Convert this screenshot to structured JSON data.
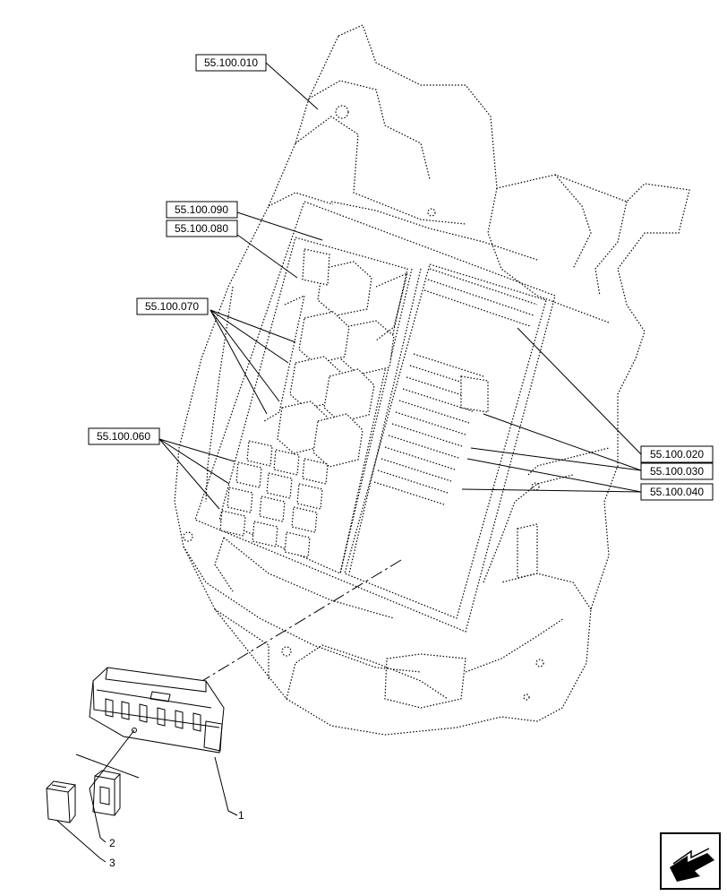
{
  "callouts": [
    {
      "id": "c010",
      "label": "55.100.010"
    },
    {
      "id": "c090",
      "label": "55.100.090"
    },
    {
      "id": "c080",
      "label": "55.100.080"
    },
    {
      "id": "c070",
      "label": "55.100.070"
    },
    {
      "id": "c060",
      "label": "55.100.060"
    },
    {
      "id": "c020",
      "label": "55.100.020"
    },
    {
      "id": "c030",
      "label": "55.100.030"
    },
    {
      "id": "c040",
      "label": "55.100.040"
    }
  ],
  "items": [
    {
      "id": "item1",
      "label": "1"
    },
    {
      "id": "item2",
      "label": "2"
    },
    {
      "id": "item3",
      "label": "3"
    }
  ],
  "icons": {
    "corner": "arrow-icon"
  }
}
